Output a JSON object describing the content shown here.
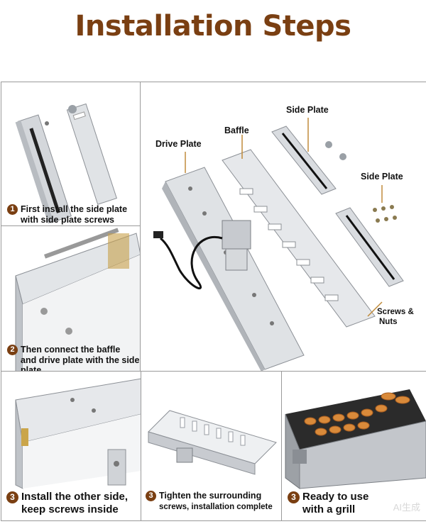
{
  "title": "Installation Steps",
  "colors": {
    "title": "#7a3f12",
    "badge": "#7a3f12",
    "metal": "#c9ccd0",
    "metal_dark": "#8c9096"
  },
  "steps": [
    {
      "number": "1",
      "text_line1": "First install the side plate",
      "text_line2": "with side plate screws"
    },
    {
      "number": "2",
      "text_line1": "Then connect the baffle",
      "text_line2": "and drive plate with the side",
      "text_line3": "plate"
    },
    {
      "number": "3",
      "text_line1": "Install the other side,",
      "text_line2": "keep screws inside"
    },
    {
      "number": "3",
      "text_line1": "Tighten the surrounding",
      "text_line2": "screws, installation complete"
    },
    {
      "number": "3",
      "text_line1": "Ready to use",
      "text_line2": "with a grill"
    }
  ],
  "callouts": {
    "drive_plate": "Drive Plate",
    "baffle": "Baffle",
    "side_plate_top": "Side Plate",
    "side_plate_right": "Side Plate",
    "screws_line1": "Screws &",
    "screws_line2": "Nuts"
  },
  "watermark": "AI生成"
}
